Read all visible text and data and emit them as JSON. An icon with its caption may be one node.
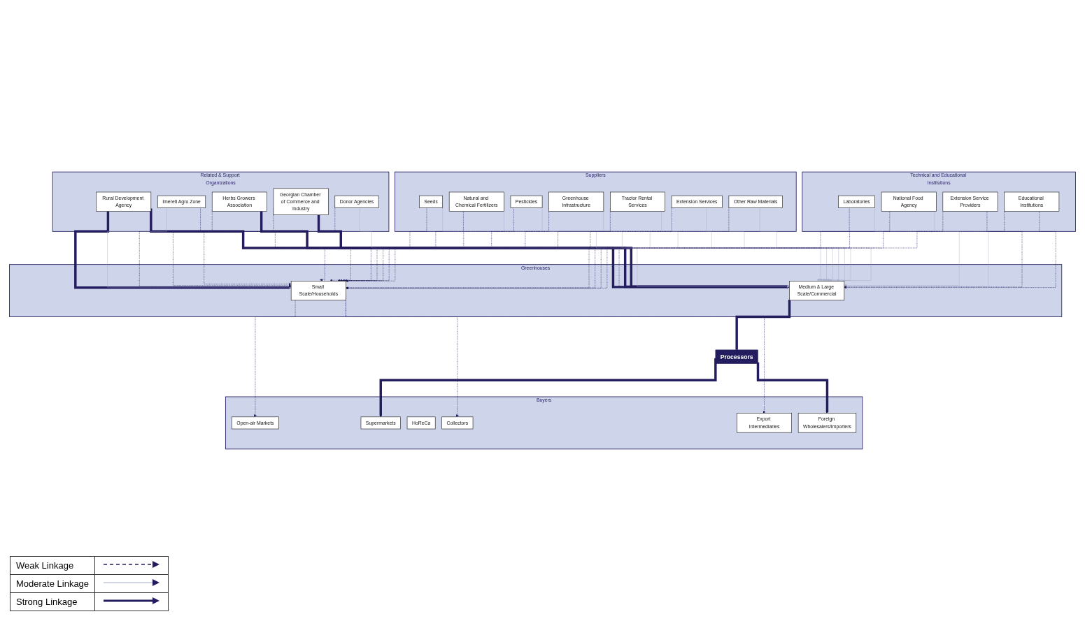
{
  "diagram": {
    "nodes": [
      {
        "text": [
          "Related & Support Organizations"
        ]
      },
      {
        "text": [
          "Rural Development Agency"
        ],
        "in": 0
      },
      {
        "text": [
          "Imereti Agro Zone"
        ],
        "in": 0
      },
      {
        "text": [
          "Herbs Growers Association"
        ],
        "in": 0
      },
      {
        "text": [
          "Georgian Chamber of Commerce and Industry"
        ],
        "in": 0
      },
      {
        "text": [
          "Donor Agencies"
        ],
        "in": 0
      },
      {
        "text": [
          "Suppliers"
        ]
      },
      {
        "text": [
          "Seeds"
        ],
        "in": 6
      },
      {
        "text": [
          "Natural and Chemical Fertilizers"
        ],
        "in": 6
      },
      {
        "text": [
          "Pesticides"
        ],
        "in": 6
      },
      {
        "text": [
          "Greenhouse Infrastructure"
        ],
        "in": 6
      },
      {
        "text": [
          "Tractor Rental Services"
        ],
        "in": 6
      },
      {
        "text": [
          "Extension Services"
        ],
        "in": 6
      },
      {
        "text": [
          "Other Raw Materials"
        ],
        "in": 6
      },
      {
        "text": [
          "Greenhouses"
        ]
      },
      {
        "text": [
          "Small Scale/Households"
        ],
        "in": 14
      },
      {
        "text": [
          "Medium & Large Scale/Commercial"
        ],
        "in": 14
      },
      {
        "text": [
          "Processors"
        ]
      },
      {
        "text": [
          "Buyers"
        ]
      },
      {
        "text": [
          "Open-air Markets"
        ],
        "in": 18
      },
      {
        "text": [
          "Supermarkets"
        ],
        "in": 18
      },
      {
        "text": [
          "HoReCa"
        ],
        "in": 18
      },
      {
        "text": [
          "Collectors"
        ],
        "in": 18
      },
      {
        "text": [
          "Export Intermediaries"
        ],
        "in": 18
      },
      {
        "text": [
          "Foreign Wholesalers/Importers"
        ],
        "in": 18
      },
      {
        "text": [
          "Technical and Educational Institutions"
        ]
      },
      {
        "text": [
          "Laboratories"
        ],
        "in": 25
      },
      {
        "text": [
          "National Food Agency"
        ],
        "in": 25
      },
      {
        "text": [
          "Extension Service Providers"
        ],
        "in": 25
      },
      {
        "text": [
          "Educational Institutions"
        ],
        "in": 25
      }
    ],
    "edges": [
      {
        "from": 1,
        "to": 15,
        "arrow": "to",
        "style": "thick"
      },
      {
        "from": 1,
        "to": 16,
        "arrow": "to",
        "style": "thick"
      },
      {
        "from": 2,
        "to": 15,
        "arrow": "to",
        "color": "#a3a9c9"
      },
      {
        "from": 2,
        "to": 16,
        "arrow": "to",
        "style": "dashed"
      },
      {
        "from": 3,
        "to": 16,
        "arrow": "to",
        "style": "thick"
      },
      {
        "from": 3,
        "to": 15,
        "arrow": "to",
        "style": "dashed"
      },
      {
        "from": 4,
        "to": 16,
        "arrow": "to",
        "style": "thick"
      },
      {
        "from": 4,
        "to": 15,
        "arrow": "to",
        "style": "dashed"
      },
      {
        "from": 5,
        "to": 15,
        "arrow": "to",
        "style": "dashed"
      },
      {
        "from": 5,
        "to": 16,
        "arrow": "to",
        "color": "#a3a9c9"
      },
      {
        "from": 7,
        "to": 15,
        "arrow": "to",
        "style": "dashed"
      },
      {
        "from": 7,
        "to": 16,
        "arrow": "to",
        "color": "#a3a9c9"
      },
      {
        "from": 8,
        "to": 15,
        "arrow": "to",
        "style": "dashed"
      },
      {
        "from": 8,
        "to": 16,
        "arrow": "to",
        "color": "#a3a9c9"
      },
      {
        "from": 9,
        "to": 15,
        "arrow": "to",
        "style": "dashed"
      },
      {
        "from": 9,
        "to": 16,
        "arrow": "to",
        "color": "#a3a9c9"
      },
      {
        "from": 10,
        "to": 15,
        "arrow": "to",
        "style": "dashed"
      },
      {
        "from": 10,
        "to": 16,
        "arrow": "to",
        "color": "#a3a9c9"
      },
      {
        "from": 11,
        "to": 15,
        "arrow": "to",
        "style": "dashed"
      },
      {
        "from": 11,
        "to": 16,
        "arrow": "to",
        "color": "#a3a9c9"
      },
      {
        "from": 12,
        "to": 15,
        "arrow": "to",
        "style": "dashed"
      },
      {
        "from": 12,
        "to": 16,
        "arrow": "to",
        "color": "#a3a9c9"
      },
      {
        "from": 13,
        "to": 15,
        "arrow": "to",
        "style": "dashed"
      },
      {
        "from": 13,
        "to": 16,
        "arrow": "to",
        "color": "#a3a9c9"
      },
      {
        "from": 15,
        "to": 19,
        "arrow": "to",
        "style": "dashed"
      },
      {
        "from": 15,
        "to": 22,
        "arrow": "to",
        "style": "dashed"
      },
      {
        "from": 15,
        "to": 23,
        "arrow": "to",
        "style": "dashed"
      },
      {
        "from": 16,
        "to": 17,
        "arrow": "none",
        "style": "thick"
      },
      {
        "from": 17,
        "to": 20,
        "arrow": "to",
        "style": "thick"
      },
      {
        "from": 17,
        "to": 24,
        "arrow": "to",
        "style": "thick"
      },
      {
        "from": 26,
        "to": 16,
        "arrow": "to",
        "color": "#a3a9c9"
      },
      {
        "from": 26,
        "to": 15,
        "arrow": "to",
        "style": "dashed"
      },
      {
        "from": 27,
        "to": 15,
        "arrow": "to",
        "style": "dashed"
      },
      {
        "from": 27,
        "to": 16,
        "arrow": "to",
        "color": "#a3a9c9"
      },
      {
        "from": 28,
        "to": 16,
        "arrow": "to",
        "style": "dashed"
      },
      {
        "from": 28,
        "to": 15,
        "arrow": "to",
        "style": "dashed"
      },
      {
        "from": 29,
        "to": 16,
        "arrow": "to",
        "style": "dashed"
      },
      {
        "from": 29,
        "to": 15,
        "arrow": "to",
        "style": "dashed"
      }
    ],
    "legend": [
      {
        "text": "Weak Linkage"
      },
      {
        "text": "Moderate Linkage"
      },
      {
        "text": "Strong Linkage"
      }
    ]
  }
}
